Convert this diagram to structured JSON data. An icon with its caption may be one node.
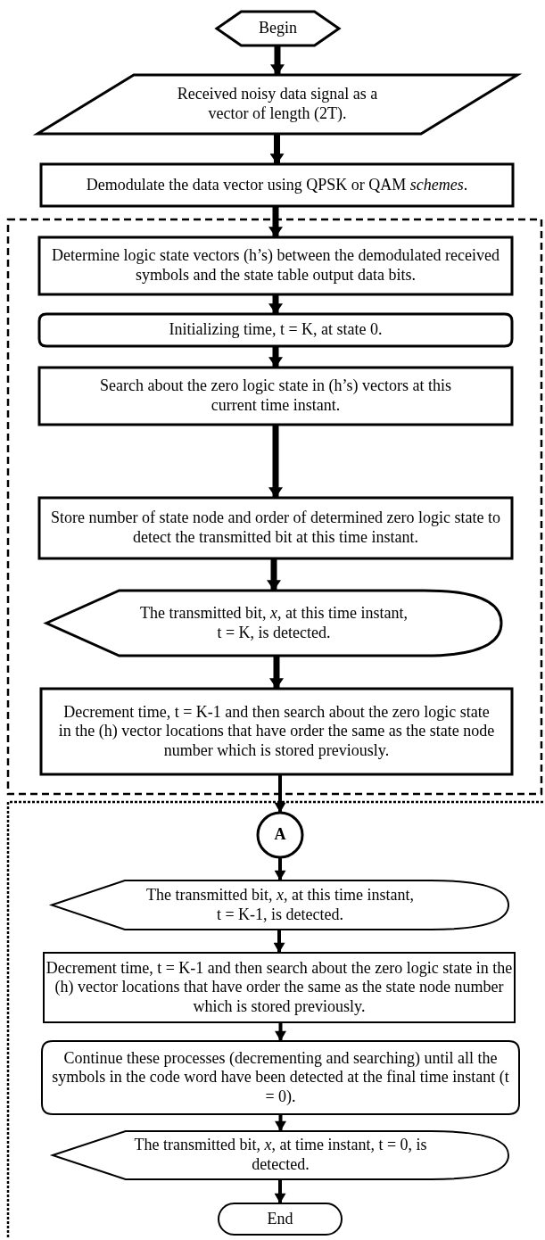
{
  "diagram": {
    "nodes": [
      {
        "text": [
          "Begin"
        ]
      },
      {
        "text": [
          "Received noisy data signal as a vector of length (2T)."
        ]
      },
      {
        "text": [
          "Demodulate the data vector using QPSK or QAM *schemes*."
        ]
      },
      {
        "text": [],
        "shape": "box"
      },
      {
        "text": [
          "Determine logic state vectors (h’s) between the demodulated received symbols and the state table output data bits."
        ],
        "in": 3
      },
      {
        "text": [
          "Initializing time, t = K, at state 0."
        ],
        "in": 3
      },
      {
        "text": [
          "Search about the zero logic state in (h’s) vectors at this current time instant."
        ],
        "in": 3
      },
      {
        "text": [
          "Store number of state node and order of determined zero logic state to detect the transmitted bit at this time instant."
        ],
        "in": 3
      },
      {
        "text": [
          "The transmitted bit, *x*, at this time instant, t = K, is detected."
        ],
        "in": 3
      },
      {
        "text": [
          "Decrement time, t = K-1 and then search about the zero logic state in the (h) vector locations that have order the same as the state node number which is stored previously."
        ],
        "in": 3
      },
      {
        "text": [],
        "shape": "box"
      },
      {
        "text": [
          "A"
        ],
        "in": 10
      },
      {
        "text": [
          "The transmitted bit, *x*, at this time instant, t = K-1, is detected."
        ],
        "in": 10
      },
      {
        "text": [
          "Decrement time, t = K-1 and then search about the zero logic state in the (h) vector locations that have order the same as the state node number which is stored previously."
        ],
        "in": 10
      },
      {
        "text": [
          "Continue these processes (decrementing and searching) until all the symbols in the code word have been detected at the final time instant (t = 0)."
        ],
        "in": 10
      },
      {
        "text": [
          "The transmitted bit, *x*, at time instant, t = 0, is detected."
        ],
        "in": 10
      },
      {
        "text": [
          "End"
        ],
        "in": 10
      }
    ],
    "edges": [
      {
        "from": 0,
        "to": 1,
        "arrow": "to"
      },
      {
        "from": 1,
        "to": 2,
        "arrow": "to"
      },
      {
        "from": 2,
        "to": 4,
        "arrow": "to"
      },
      {
        "from": 4,
        "to": 5,
        "arrow": "to"
      },
      {
        "from": 5,
        "to": 6,
        "arrow": "to"
      },
      {
        "from": 6,
        "to": 7,
        "arrow": "to"
      },
      {
        "from": 7,
        "to": 8,
        "arrow": "to"
      },
      {
        "from": 8,
        "to": 9,
        "arrow": "to"
      },
      {
        "from": 9,
        "to": 11,
        "arrow": "to"
      },
      {
        "from": 11,
        "to": 12,
        "arrow": "to"
      },
      {
        "from": 12,
        "to": 13,
        "arrow": "to"
      },
      {
        "from": 13,
        "to": 14,
        "arrow": "to"
      },
      {
        "from": 14,
        "to": 15,
        "arrow": "to"
      },
      {
        "from": 15,
        "to": 16,
        "arrow": "to"
      }
    ]
  }
}
